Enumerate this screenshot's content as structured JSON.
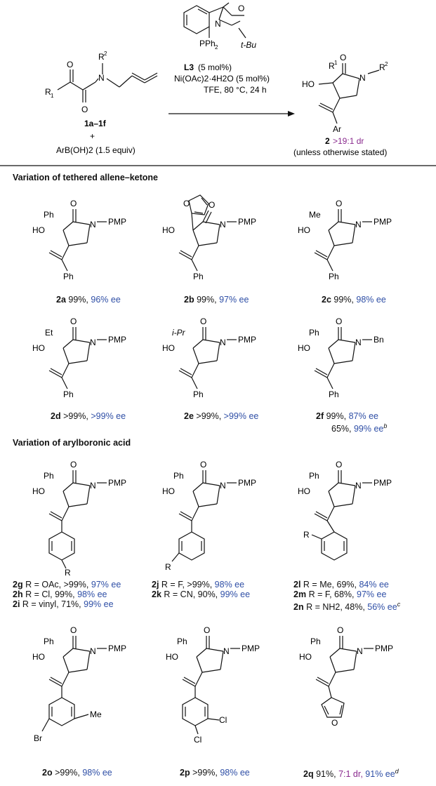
{
  "scheme": {
    "reactant_label": "1a–1f",
    "plus": "+",
    "boronic": "ArB(OH)2 (1.5 equiv)",
    "ligand": "L3",
    "ligand_loading": "(5 mol%)",
    "catalyst": "Ni(OAc)2·4H2O (5 mol%)",
    "conditions": "TFE, 80 °C, 24 h",
    "product_label": "2",
    "dr": ">19:1 dr",
    "note": "(unless otherwise stated)"
  },
  "sections": [
    {
      "title": "Variation of tethered allene–ketone"
    },
    {
      "title": "Variation of arylboronic acid"
    }
  ],
  "compounds": [
    {
      "id": "2a",
      "yield": "99%,",
      "ee": "96% ee",
      "r1": "Ph",
      "n": "PMP"
    },
    {
      "id": "2b",
      "yield": "99%,",
      "ee": "97% ee",
      "r1": "furyl",
      "n": "PMP"
    },
    {
      "id": "2c",
      "yield": "99%,",
      "ee": "98% ee",
      "r1": "Me",
      "n": "PMP"
    },
    {
      "id": "2d",
      "yield": ">99%,",
      "ee": ">99% ee",
      "r1": "Et",
      "n": "PMP"
    },
    {
      "id": "2e",
      "yield": ">99%,",
      "ee": ">99% ee",
      "r1": "i-Pr",
      "n": "PMP"
    },
    {
      "id": "2f",
      "yield": "99%,",
      "ee": "87% ee",
      "yield2": "65%,",
      "ee2": "99% ee",
      "r1": "Ph",
      "n": "Bn"
    },
    {
      "id": "2g",
      "text": "R = OAc, >99%,",
      "ee": "97% ee"
    },
    {
      "id": "2h",
      "text": "R = Cl, 99%,",
      "ee": "98% ee"
    },
    {
      "id": "2i",
      "text": "R = vinyl, 71%,",
      "ee": "99% ee"
    },
    {
      "id": "2j",
      "text": "R = F, >99%,",
      "ee": "98% ee"
    },
    {
      "id": "2k",
      "text": "R = CN, 90%,",
      "ee": "99% ee"
    },
    {
      "id": "2l",
      "text": "R = Me, 69%,",
      "ee": "84% ee"
    },
    {
      "id": "2m",
      "text": "R = F, 68%,",
      "ee": "97% ee"
    },
    {
      "id": "2n",
      "text": "R = NH2, 48%,",
      "ee": "56% ee"
    },
    {
      "id": "2o",
      "yield": ">99%,",
      "ee": "98% ee"
    },
    {
      "id": "2p",
      "yield": ">99%,",
      "ee": "98% ee"
    },
    {
      "id": "2q",
      "yield": "91%,",
      "dr": "7:1 dr,",
      "ee": "91% ee"
    }
  ],
  "atoms": {
    "O": "O",
    "N": "N",
    "HO": "HO",
    "Ph": "Ph",
    "PMP": "PMP",
    "R": "R",
    "Me": "Me",
    "Br": "Br",
    "Cl": "Cl",
    "Ar": "Ar",
    "R1": "R",
    "R2": "R",
    "tBu": "t-Bu",
    "PPh2": "PPh",
    "Bn": "Bn",
    "Et": "Et",
    "iPr": "i-Pr"
  },
  "colors": {
    "ee": "#2f4fa6",
    "dr": "#8a2b8e"
  }
}
